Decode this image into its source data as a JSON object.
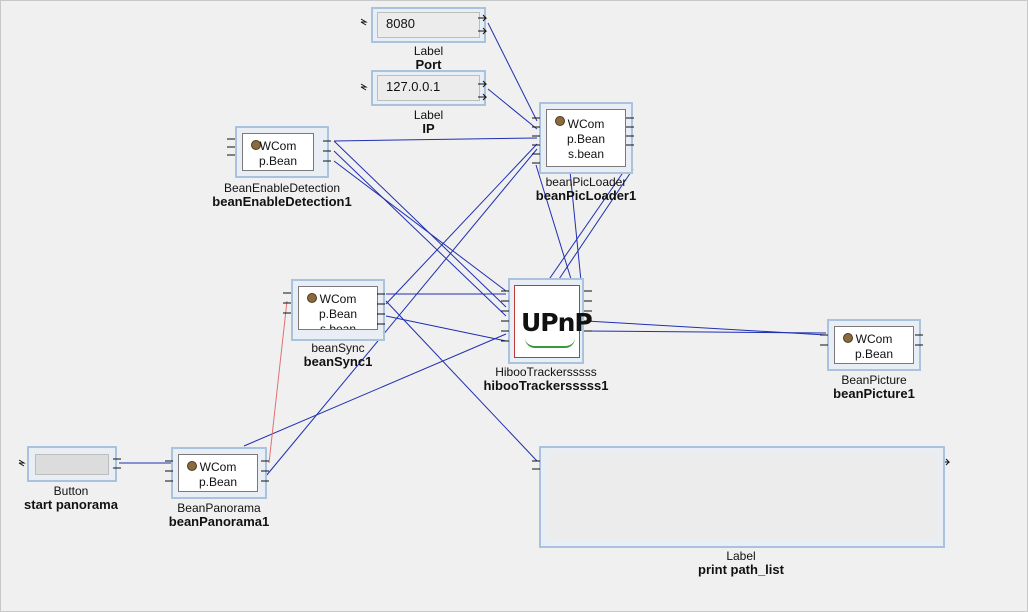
{
  "nodes": {
    "port": {
      "value": "8080",
      "type": "Label",
      "name": "Port"
    },
    "ip": {
      "value": "127.0.0.1",
      "type": "Label",
      "name": "IP"
    },
    "bean_pic_loader": {
      "lines": [
        "WCom",
        "p.Bean",
        "s.bean"
      ],
      "type": "beanPicLoader",
      "name": "beanPicLoader1"
    },
    "bean_enable_detection": {
      "lines": [
        "WCom",
        "p.Bean"
      ],
      "type": "BeanEnableDetection",
      "name": "beanEnableDetection1"
    },
    "bean_sync": {
      "lines": [
        "WCom",
        "p.Bean",
        "s.bean"
      ],
      "type": "beanSync",
      "name": "beanSync1"
    },
    "hiboo": {
      "logo_text": "UPnP",
      "type": "HibooTrackersssss",
      "name": "hibooTrackersssss1"
    },
    "bean_picture": {
      "lines": [
        "WCom",
        "p.Bean"
      ],
      "type": "BeanPicture",
      "name": "beanPicture1"
    },
    "button": {
      "type": "Button",
      "name": "start panorama"
    },
    "bean_panorama": {
      "lines": [
        "WCom",
        "p.Bean"
      ],
      "type": "BeanPanorama",
      "name": "beanPanorama1"
    },
    "print_label": {
      "type": "Label",
      "name": "print path_list"
    }
  },
  "colors": {
    "wire": "#1f2fb0",
    "highlight_wire": "#e07070",
    "node_border": "#a9c3de"
  }
}
